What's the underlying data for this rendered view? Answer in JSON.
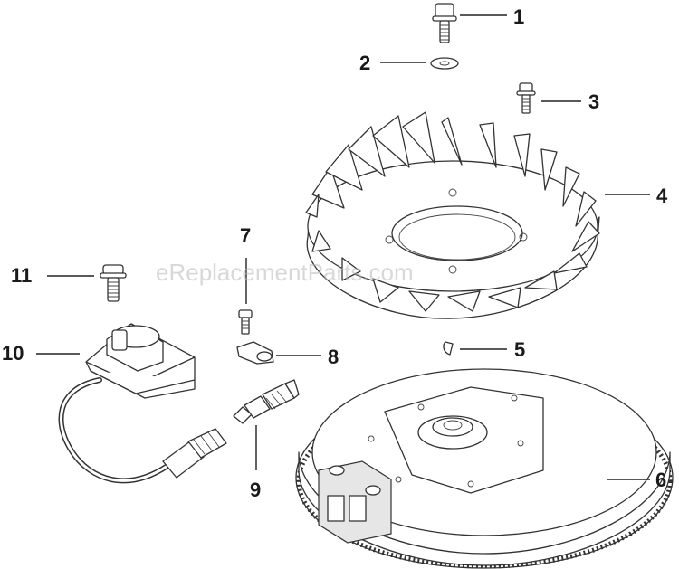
{
  "watermark": "eReplacementParts.com",
  "callouts": [
    {
      "id": "1",
      "label": "1"
    },
    {
      "id": "2",
      "label": "2"
    },
    {
      "id": "3",
      "label": "3"
    },
    {
      "id": "4",
      "label": "4"
    },
    {
      "id": "5",
      "label": "5"
    },
    {
      "id": "6",
      "label": "6"
    },
    {
      "id": "7",
      "label": "7"
    },
    {
      "id": "8",
      "label": "8"
    },
    {
      "id": "9",
      "label": "9"
    },
    {
      "id": "10",
      "label": "10"
    },
    {
      "id": "11",
      "label": "11"
    }
  ]
}
